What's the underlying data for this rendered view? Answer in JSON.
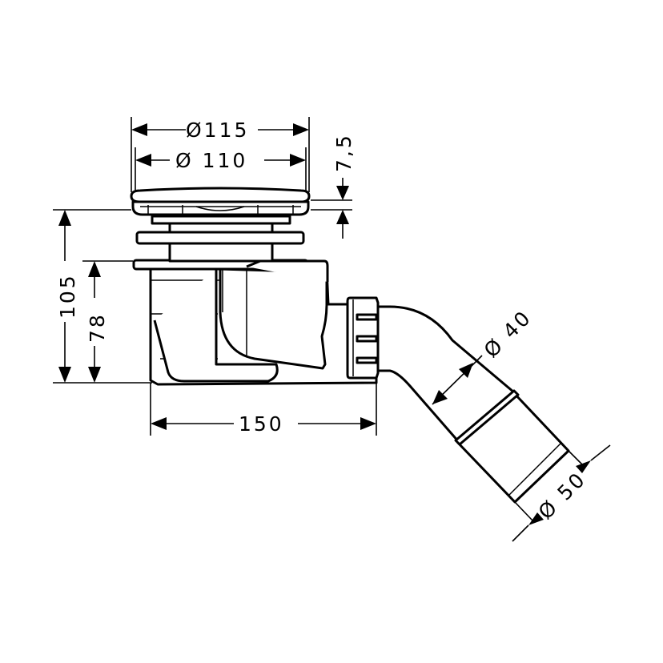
{
  "drawing": {
    "title": "Shower tray waste set dimensional drawing",
    "units": "mm",
    "stroke_color": "#000000",
    "background_color": "#ffffff"
  },
  "dimensions": {
    "cover_outer_diameter": {
      "label": "Ø115",
      "value": 115,
      "symbol": "Ø"
    },
    "cover_inner_diameter": {
      "label": "Ø 110",
      "value": 110,
      "symbol": "Ø"
    },
    "cover_height": {
      "label": "7,5",
      "value": 7.5
    },
    "total_height": {
      "label": "105",
      "value": 105
    },
    "body_height": {
      "label": "78",
      "value": 78
    },
    "body_length": {
      "label": "150",
      "value": 150
    },
    "pipe_diameter": {
      "label": "Ø 40",
      "value": 40,
      "symbol": "Ø"
    },
    "outlet_diameter": {
      "label": "Ø 50",
      "value": 50,
      "symbol": "Ø"
    }
  }
}
